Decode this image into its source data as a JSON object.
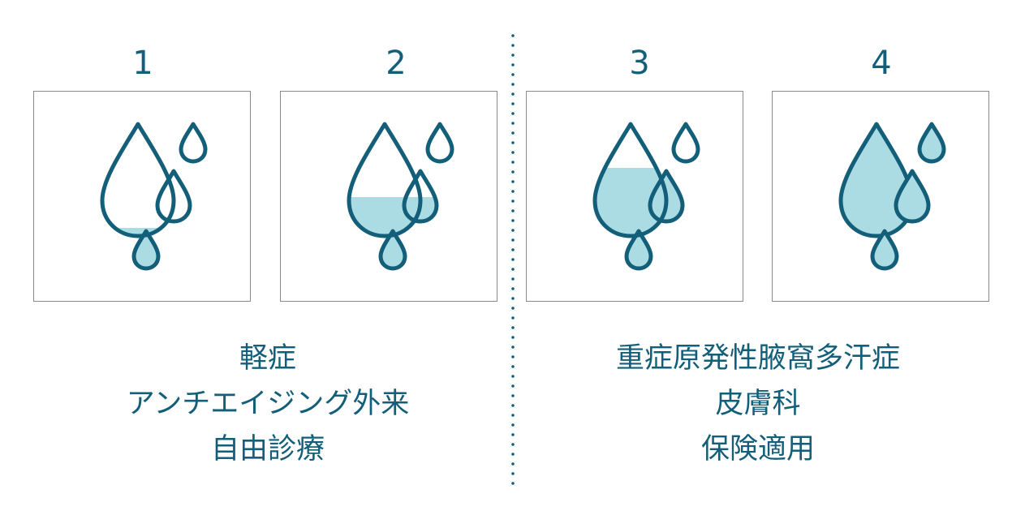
{
  "colors": {
    "stroke": "#135e79",
    "fill": "#abdbe3",
    "panel_border": "#8a8a8a",
    "background": "#ffffff"
  },
  "levels": [
    {
      "number": "1",
      "fill_level": "minimal",
      "icon": "sweat-drops-icon"
    },
    {
      "number": "2",
      "fill_level": "half",
      "icon": "sweat-drops-icon"
    },
    {
      "number": "3",
      "fill_level": "mostly-full",
      "icon": "sweat-drops-icon"
    },
    {
      "number": "4",
      "fill_level": "full",
      "icon": "sweat-drops-icon"
    }
  ],
  "groups": [
    {
      "levels": [
        "1",
        "2"
      ],
      "lines": [
        "軽症",
        "アンチエイジング外来",
        "自由診療"
      ]
    },
    {
      "levels": [
        "3",
        "4"
      ],
      "lines": [
        "重症原発性腋窩多汗症",
        "皮膚科",
        "保険適用"
      ]
    }
  ]
}
